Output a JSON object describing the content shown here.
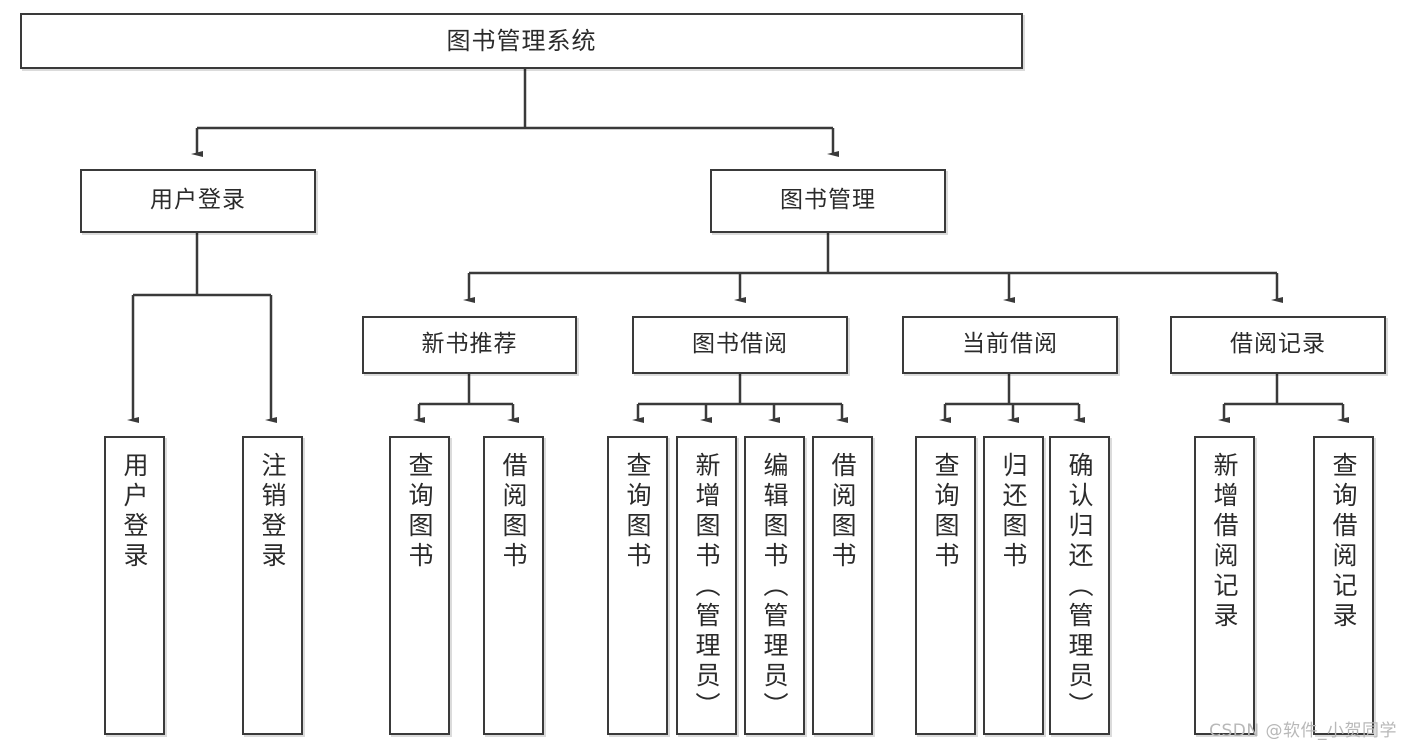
{
  "diagram": {
    "title": "图书管理系统",
    "root": {
      "label": "图书管理系统"
    },
    "level2": [
      {
        "label": "用户登录"
      },
      {
        "label": "图书管理"
      }
    ],
    "level3": [
      {
        "label": "新书推荐"
      },
      {
        "label": "图书借阅"
      },
      {
        "label": "当前借阅"
      },
      {
        "label": "借阅记录"
      }
    ],
    "leaves": [
      {
        "label": "用户登录"
      },
      {
        "label": "注销登录"
      },
      {
        "label": "查询图书"
      },
      {
        "label": "借阅图书"
      },
      {
        "label": "查询图书"
      },
      {
        "label": "新增图书（管理员）"
      },
      {
        "label": "编辑图书（管理员）"
      },
      {
        "label": "借阅图书"
      },
      {
        "label": "查询图书"
      },
      {
        "label": "归还图书"
      },
      {
        "label": "确认归还（管理员）"
      },
      {
        "label": "新增借阅记录"
      },
      {
        "label": "查询借阅记录"
      }
    ],
    "watermark": "CSDN @软件_小贺同学",
    "colors": {
      "stroke": "#3a3a3a",
      "fill": "#ffffff",
      "text": "#2b2b2b",
      "watermark": "#b8b8b8"
    }
  }
}
